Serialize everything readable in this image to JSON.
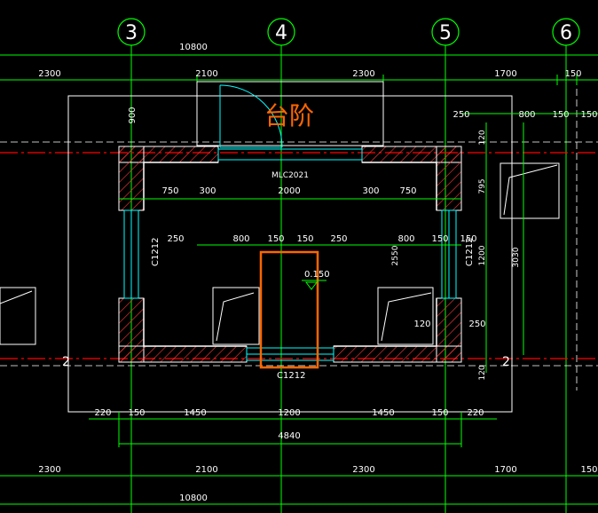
{
  "drawing": {
    "axes": [
      "3",
      "4",
      "5",
      "6"
    ],
    "top_total_dim": "10800",
    "top_segment_dims": [
      "2300",
      "2100",
      "2300",
      "1700",
      "150"
    ],
    "bottom_total_dim": "10800",
    "bottom_segment_dims": [
      "2300",
      "2100",
      "2300",
      "1700",
      "150"
    ],
    "bottom_detail_dims": [
      "220",
      "150",
      "1450",
      "1200",
      "1450",
      "150",
      "220"
    ],
    "bottom_overall_dim": "4840",
    "step_label": "台阶",
    "door_label": "MLC2021",
    "window_left": "C1212",
    "window_right": "C1212",
    "window_bottom": "C1212",
    "inner_top_dims": [
      "750",
      "300",
      "2000",
      "300",
      "750"
    ],
    "inner_mid_dims": [
      "250",
      "800",
      "150",
      "150",
      "250",
      "800",
      "150",
      "150"
    ],
    "elevation_label": "0.150",
    "right_dims": [
      "800",
      "150",
      "150",
      "120",
      "795",
      "1200",
      "3030",
      "2550",
      "120",
      "250",
      "120"
    ],
    "left_dim_900": "900",
    "dim_250_top": "250",
    "grid_marks": [
      "2",
      "2"
    ],
    "colors": {
      "background": "#000000",
      "dimension": "#00ff00",
      "text": "#ffffff",
      "wall": "#ffffff",
      "hatch": "#ff3b3b",
      "glass": "#00ffff",
      "highlight": "#ff6600",
      "axis_line": "#ff0000"
    }
  }
}
